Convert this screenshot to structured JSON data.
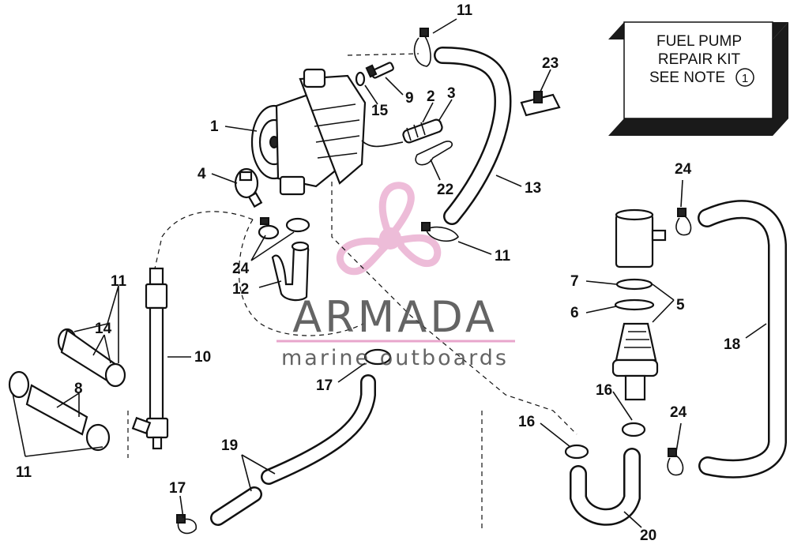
{
  "note_box": {
    "line1": "FUEL PUMP",
    "line2": "REPAIR KIT",
    "line3": "SEE NOTE",
    "note_number": "1"
  },
  "watermark": {
    "brand": "ARMADA",
    "tagline": "marine outboards",
    "accent_color": "#e8a6cc",
    "text_color": "#4a4a4a"
  },
  "callouts": {
    "c1": "1",
    "c2": "2",
    "c3": "3",
    "c4": "4",
    "c5": "5",
    "c6": "6",
    "c7": "7",
    "c8": "8",
    "c9": "9",
    "c10": "10",
    "c11a": "11",
    "c11b": "11",
    "c11c": "11",
    "c11d": "11",
    "c12": "12",
    "c13": "13",
    "c14": "14",
    "c15": "15",
    "c16a": "16",
    "c16b": "16",
    "c17a": "17",
    "c17b": "17",
    "c18": "18",
    "c19": "19",
    "c20": "20",
    "c22": "22",
    "c23": "23",
    "c24a": "24",
    "c24b": "24",
    "c24c": "24"
  }
}
